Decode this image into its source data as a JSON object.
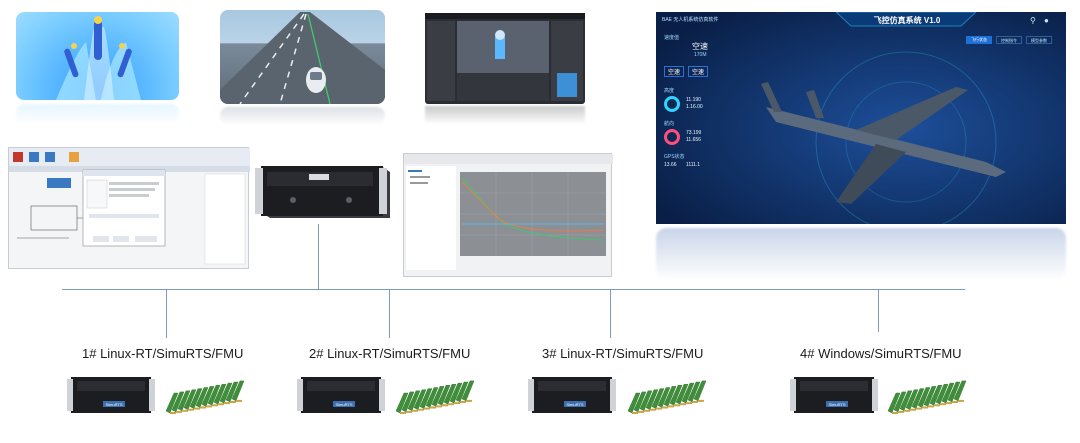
{
  "flight_app": {
    "title": "飞控仿真系统 V1.0",
    "header_left": "BAE 无人机系统仿真软件",
    "panel1_title": "速度值",
    "panel1_mode": "空速",
    "panel1_sub": "170M",
    "panel2_a": "空速",
    "panel2_b": "空速",
    "panel3_title": "高度",
    "panel3_v1": "11.190",
    "panel3_v2": "1.16.00",
    "panel4_title": "航向",
    "panel4_v1": "73.199",
    "panel4_v2": "11.656",
    "panel5_title": "GPS状态",
    "panel5_v1": "13.66",
    "panel5_v2": "1111.1",
    "tab1": "飞行状态",
    "tab2": "控制指令",
    "tab3": "模型参数"
  },
  "nodes": [
    {
      "label": "1# Linux-RT/SimuRTS/FMU",
      "device_tag": "SimuRTS"
    },
    {
      "label": "2# Linux-RT/SimuRTS/FMU",
      "device_tag": "SimuRTS"
    },
    {
      "label": "3# Linux-RT/SimuRTS/FMU",
      "device_tag": "SimuRTS"
    },
    {
      "label": "4# Windows/SimuRTS/FMU",
      "device_tag": "SimuRTS"
    }
  ],
  "colors": {
    "bus_line": "#7a9bbd",
    "server_front": "#1c1d21",
    "server_handle": "#cfd3d8",
    "pcb_green": "#3f8f3a",
    "flight_bg": "#0c2a5c",
    "flight_accent": "#2fd3ff"
  }
}
